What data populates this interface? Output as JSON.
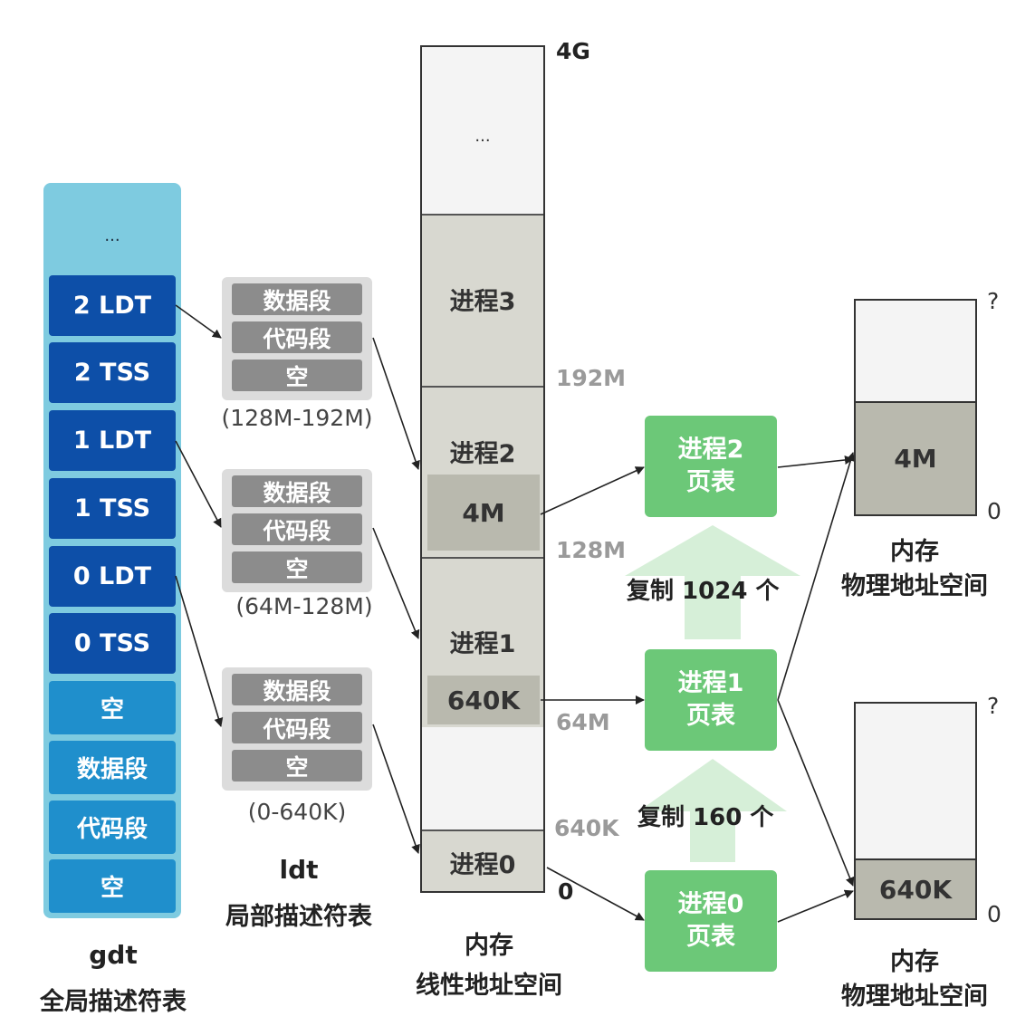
{
  "gdt": {
    "ellipsis": "...",
    "entries": [
      "2 LDT",
      "2 TSS",
      "1 LDT",
      "1 TSS",
      "0 LDT",
      "0 TSS",
      "空",
      "数据段",
      "代码段",
      "空"
    ],
    "caption_line1": "gdt",
    "caption_line2": "全局描述符表"
  },
  "ldt": {
    "groups": [
      {
        "cells": [
          "数据段",
          "代码段",
          "空"
        ],
        "range": "(128M-192M)"
      },
      {
        "cells": [
          "数据段",
          "代码段",
          "空"
        ],
        "range": "(64M-128M)"
      },
      {
        "cells": [
          "数据段",
          "代码段",
          "空"
        ],
        "range": "(0-640K)"
      }
    ],
    "caption_line1": "ldt",
    "caption_line2": "局部描述符表"
  },
  "linear": {
    "top_ellipsis": "...",
    "proc3": "进程3",
    "proc2": "进程2",
    "proc2_used": "4M",
    "proc1": "进程1",
    "proc1_used": "640K",
    "proc0": "进程0",
    "ticks": {
      "t4g": "4G",
      "t192m": "192M",
      "t128m": "128M",
      "t64m": "64M",
      "t640k": "640K",
      "t0": "0"
    },
    "caption_line1": "内存",
    "caption_line2": "线性地址空间"
  },
  "page_tables": {
    "pt2": [
      "进程2",
      "页表"
    ],
    "pt1": [
      "进程1",
      "页表"
    ],
    "pt0": [
      "进程0",
      "页表"
    ],
    "copy_upper": "复制 1024 个",
    "copy_lower": "复制 160 个"
  },
  "physical": {
    "upper": {
      "used": "4M",
      "top_tick": "?",
      "bottom_tick": "0",
      "caption_line1": "内存",
      "caption_line2": "物理地址空间"
    },
    "lower": {
      "used": "640K",
      "top_tick": "?",
      "bottom_tick": "0",
      "caption_line1": "内存",
      "caption_line2": "物理地址空间"
    }
  },
  "colors": {
    "gdt_bg": "#7ecbe0",
    "gdt_dark": "#0d4fa8",
    "gdt_light": "#1f8fcc",
    "ldt_bg": "#dcdcdc",
    "ldt_cell": "#8c8c8c",
    "page_table": "#6cc878",
    "copy_arrow": "#d6efd8",
    "used_mem": "#b9b9ae"
  }
}
